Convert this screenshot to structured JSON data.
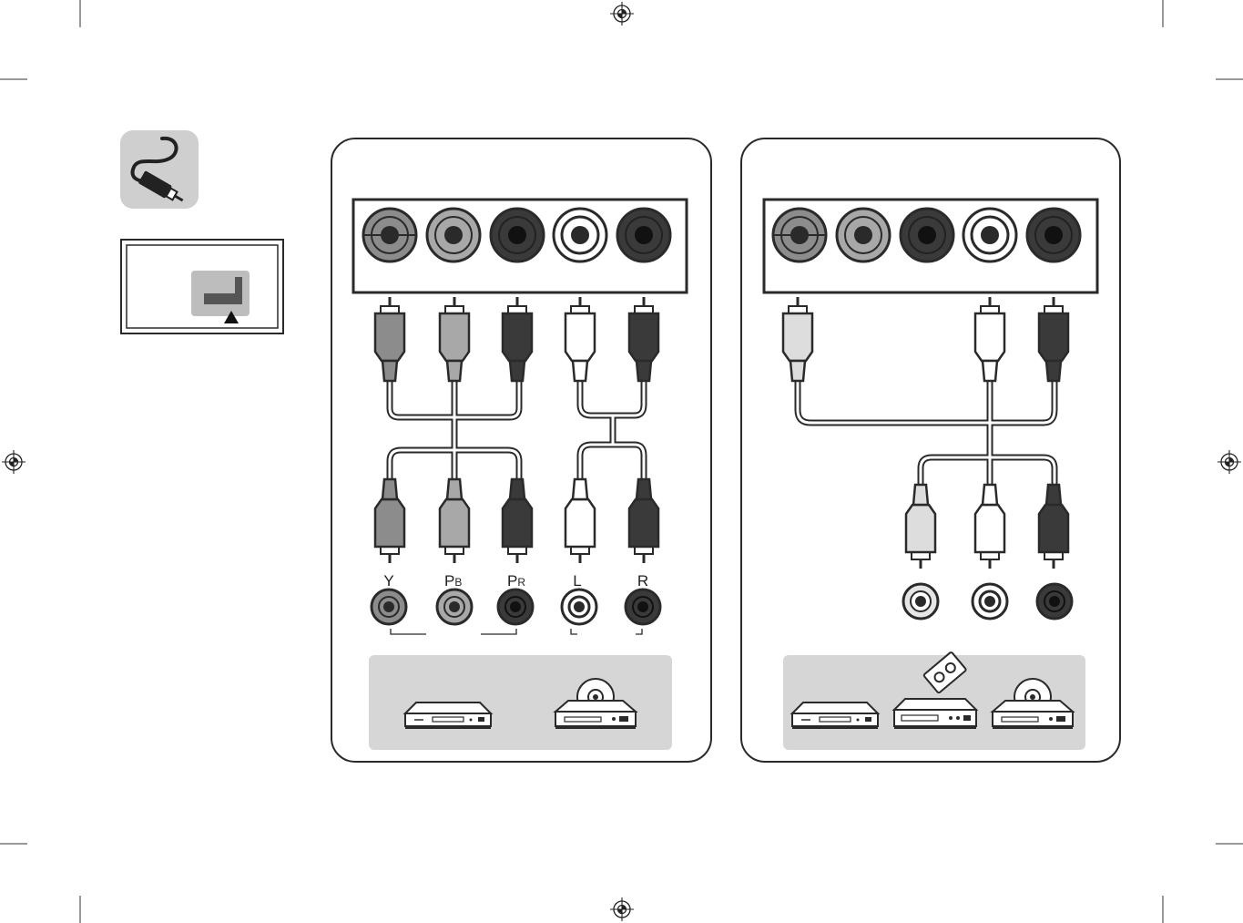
{
  "colors": {
    "outline": "#2a2a2a",
    "plug_y": "#8c8c8c",
    "plug_pb": "#a8a8a8",
    "plug_pr": "#3a3a3a",
    "plug_white": "#ffffff",
    "plug_light": "#dddddd",
    "device_bar": "#d6d6d6",
    "icon_bg": "#cfcfcf"
  },
  "icons": {
    "cable": "rca-cable-icon",
    "tv_port": "tv-port-location-icon",
    "registration": "registration-mark-icon"
  },
  "component_panel": {
    "port_labels": {
      "y": "Y",
      "pb_main": "P",
      "pb_sub": "B",
      "pr_main": "P",
      "pr_sub": "R",
      "l": "L",
      "r": "R"
    },
    "devices": [
      "dvd-player-icon",
      "disc-player-icon"
    ]
  },
  "composite_panel": {
    "devices": [
      "dvd-player-icon",
      "vcr-icon",
      "disc-player-icon"
    ]
  }
}
